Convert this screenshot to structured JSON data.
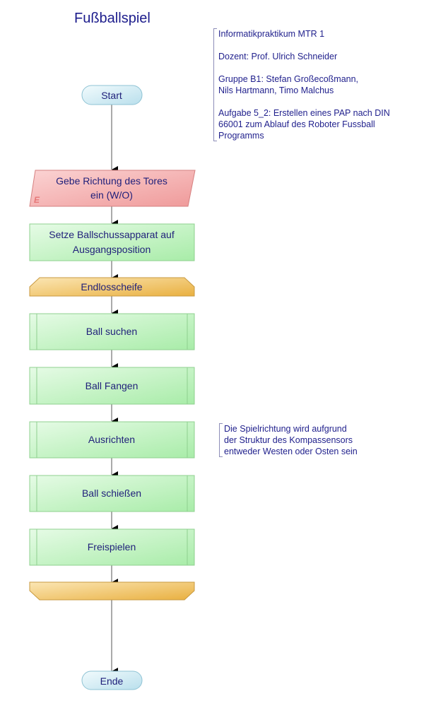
{
  "title": "Fußballspiel",
  "header_note": [
    [
      "Informatikpraktikum MTR 1"
    ],
    [
      "Dozent: Prof. Ulrich Schneider"
    ],
    [
      "Gruppe B1: Stefan Großecoßmann,",
      "Nils Hartmann, Timo Malchus"
    ],
    [
      "Aufgabe 5_2: Erstellen eines PAP nach DIN",
      "66001 zum Ablauf des Roboter Fussball",
      "Programms"
    ]
  ],
  "side_note": [
    "Die Spielrichtung wird aufgrund",
    "der Struktur des Kompassensors",
    "entweder Westen oder Osten sein"
  ],
  "nodes": {
    "start": "Start",
    "input_line1": "Gebe Richtung des Tores",
    "input_line2": "ein (W/O)",
    "input_marker": "E",
    "init_line1": "Setze Ballschussapparat auf",
    "init_line2": "Ausgangsposition",
    "loop_start": "Endlosscheife",
    "step1": "Ball suchen",
    "step2": "Ball Fangen",
    "step3": "Ausrichten",
    "step4": "Ball schießen",
    "step5": "Freispielen",
    "loop_end": "",
    "end": "Ende"
  },
  "colors": {
    "terminal": "#cfeaf2",
    "input": "#f5a8a8",
    "process": "#b8f0b8",
    "loop": "#f0c060",
    "text": "#1f1f7a"
  }
}
